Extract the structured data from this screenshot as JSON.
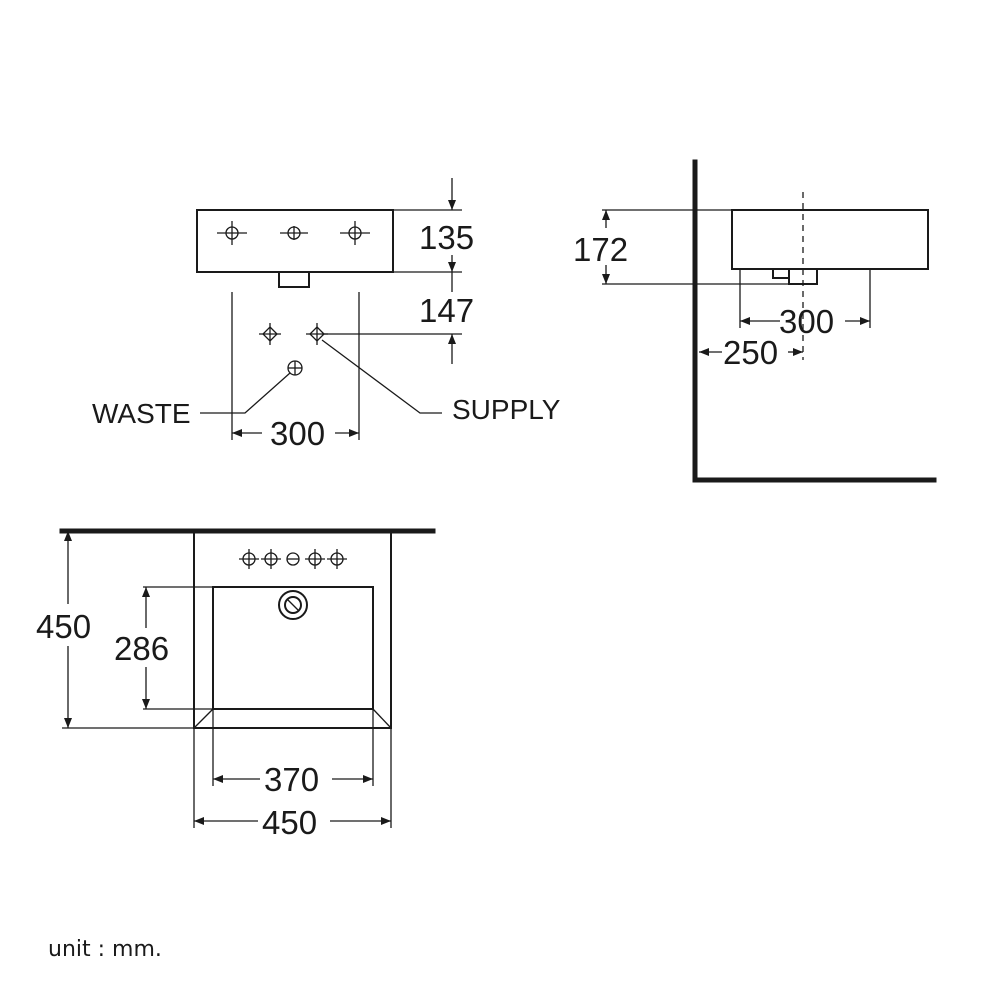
{
  "front_view": {
    "dims": {
      "height_top": "135",
      "supply_height": "147",
      "width_between": "300"
    },
    "labels": {
      "waste": "WASTE",
      "supply": "SUPPLY"
    }
  },
  "side_view": {
    "dims": {
      "height": "172",
      "depth_inner": "300",
      "wall_offset": "250"
    }
  },
  "plan_view": {
    "dims": {
      "depth_total": "450",
      "bowl_depth": "286",
      "bowl_width": "370",
      "total_width": "450"
    }
  },
  "footer": {
    "unit_note": "unit : mm."
  }
}
